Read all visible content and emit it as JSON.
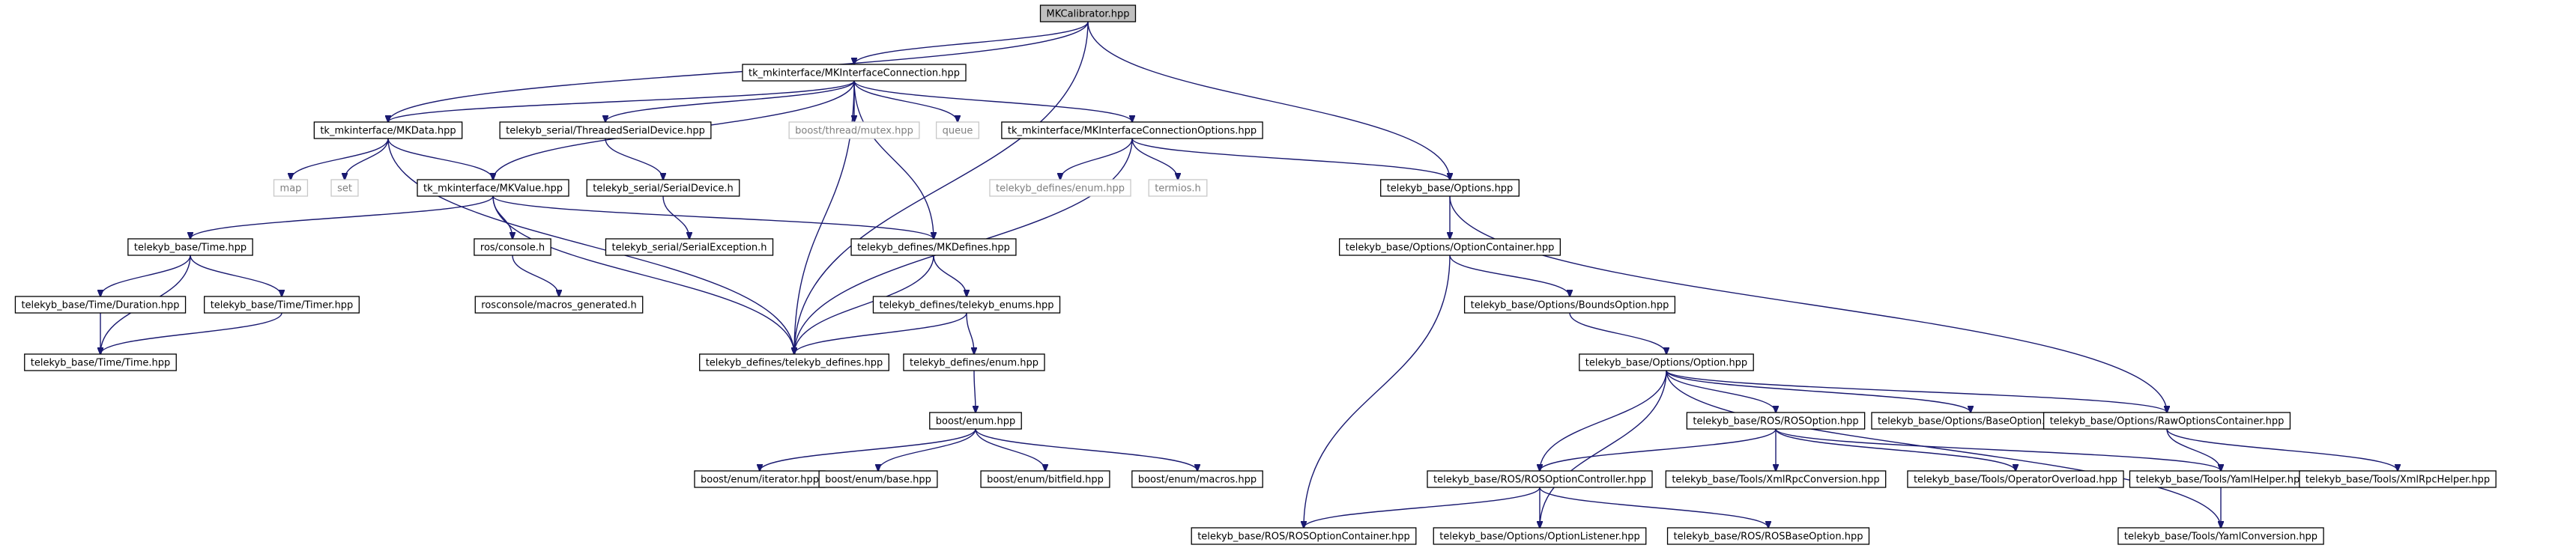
{
  "diagram": {
    "nodes": [
      {
        "id": "n0",
        "label": "MKCalibrator.hpp",
        "kind": "root"
      },
      {
        "id": "n1",
        "label": "tk_mkinterface/MKInterfaceConnection.hpp",
        "kind": "file"
      },
      {
        "id": "n2",
        "label": "tk_mkinterface/MKData.hpp",
        "kind": "file"
      },
      {
        "id": "n3",
        "label": "telekyb_serial/ThreadedSerialDevice.hpp",
        "kind": "file"
      },
      {
        "id": "n4",
        "label": "boost/thread/mutex.hpp",
        "kind": "sys"
      },
      {
        "id": "n5",
        "label": "queue",
        "kind": "sys"
      },
      {
        "id": "n6",
        "label": "tk_mkinterface/MKInterfaceConnectionOptions.hpp",
        "kind": "file"
      },
      {
        "id": "n7",
        "label": "map",
        "kind": "sys"
      },
      {
        "id": "n8",
        "label": "set",
        "kind": "sys"
      },
      {
        "id": "n9",
        "label": "tk_mkinterface/MKValue.hpp",
        "kind": "file"
      },
      {
        "id": "n10",
        "label": "telekyb_serial/SerialDevice.h",
        "kind": "file"
      },
      {
        "id": "n11",
        "label": "telekyb_defines/enum.hpp",
        "kind": "sys"
      },
      {
        "id": "n12",
        "label": "termios.h",
        "kind": "sys"
      },
      {
        "id": "n13",
        "label": "telekyb_base/Options.hpp",
        "kind": "file"
      },
      {
        "id": "n14",
        "label": "telekyb_base/Time.hpp",
        "kind": "file"
      },
      {
        "id": "n15",
        "label": "ros/console.h",
        "kind": "file"
      },
      {
        "id": "n16",
        "label": "telekyb_serial/SerialException.h",
        "kind": "file"
      },
      {
        "id": "n17",
        "label": "telekyb_defines/MKDefines.hpp",
        "kind": "file"
      },
      {
        "id": "n18",
        "label": "telekyb_base/Options/OptionContainer.hpp",
        "kind": "file"
      },
      {
        "id": "n19",
        "label": "telekyb_base/Time/Duration.hpp",
        "kind": "file"
      },
      {
        "id": "n20",
        "label": "telekyb_base/Time/Timer.hpp",
        "kind": "file"
      },
      {
        "id": "n21",
        "label": "rosconsole/macros_generated.h",
        "kind": "file"
      },
      {
        "id": "n22",
        "label": "telekyb_defines/telekyb_enums.hpp",
        "kind": "file"
      },
      {
        "id": "n23",
        "label": "telekyb_base/Options/BoundsOption.hpp",
        "kind": "file"
      },
      {
        "id": "n24",
        "label": "telekyb_base/Time/Time.hpp",
        "kind": "file"
      },
      {
        "id": "n25",
        "label": "telekyb_defines/telekyb_defines.hpp",
        "kind": "file"
      },
      {
        "id": "n26",
        "label": "telekyb_defines/enum.hpp",
        "kind": "file"
      },
      {
        "id": "n27",
        "label": "telekyb_base/Options/Option.hpp",
        "kind": "file"
      },
      {
        "id": "n28",
        "label": "boost/enum.hpp",
        "kind": "file"
      },
      {
        "id": "n29",
        "label": "telekyb_base/ROS/ROSOption.hpp",
        "kind": "file"
      },
      {
        "id": "n30",
        "label": "telekyb_base/Options/BaseOption.hpp",
        "kind": "file"
      },
      {
        "id": "n31",
        "label": "telekyb_base/Options/RawOptionsContainer.hpp",
        "kind": "file"
      },
      {
        "id": "n32",
        "label": "boost/enum/iterator.hpp",
        "kind": "file"
      },
      {
        "id": "n33",
        "label": "boost/enum/base.hpp",
        "kind": "file"
      },
      {
        "id": "n34",
        "label": "boost/enum/bitfield.hpp",
        "kind": "file"
      },
      {
        "id": "n35",
        "label": "boost/enum/macros.hpp",
        "kind": "file"
      },
      {
        "id": "n36",
        "label": "telekyb_base/ROS/ROSOptionController.hpp",
        "kind": "file"
      },
      {
        "id": "n37",
        "label": "telekyb_base/Tools/XmlRpcConversion.hpp",
        "kind": "file"
      },
      {
        "id": "n38",
        "label": "telekyb_base/Tools/OperatorOverload.hpp",
        "kind": "file"
      },
      {
        "id": "n39",
        "label": "telekyb_base/Tools/YamlHelper.hpp",
        "kind": "file"
      },
      {
        "id": "n40",
        "label": "telekyb_base/Tools/XmlRpcHelper.hpp",
        "kind": "file"
      },
      {
        "id": "n41",
        "label": "telekyb_base/ROS/ROSOptionContainer.hpp",
        "kind": "file"
      },
      {
        "id": "n42",
        "label": "telekyb_base/Options/OptionListener.hpp",
        "kind": "file"
      },
      {
        "id": "n43",
        "label": "telekyb_base/ROS/ROSBaseOption.hpp",
        "kind": "file"
      },
      {
        "id": "n44",
        "label": "telekyb_base/Tools/YamlConversion.hpp",
        "kind": "file"
      }
    ],
    "edges": [
      [
        "n0",
        "n1"
      ],
      [
        "n0",
        "n2"
      ],
      [
        "n0",
        "n13"
      ],
      [
        "n0",
        "n25"
      ],
      [
        "n1",
        "n2"
      ],
      [
        "n1",
        "n3"
      ],
      [
        "n1",
        "n4"
      ],
      [
        "n1",
        "n5"
      ],
      [
        "n1",
        "n6"
      ],
      [
        "n1",
        "n9"
      ],
      [
        "n1",
        "n17"
      ],
      [
        "n1",
        "n25"
      ],
      [
        "n2",
        "n7"
      ],
      [
        "n2",
        "n8"
      ],
      [
        "n2",
        "n9"
      ],
      [
        "n2",
        "n25"
      ],
      [
        "n3",
        "n10"
      ],
      [
        "n10",
        "n16"
      ],
      [
        "n6",
        "n11"
      ],
      [
        "n6",
        "n12"
      ],
      [
        "n6",
        "n13"
      ],
      [
        "n6",
        "n25"
      ],
      [
        "n9",
        "n14"
      ],
      [
        "n9",
        "n15"
      ],
      [
        "n9",
        "n17"
      ],
      [
        "n9",
        "n25"
      ],
      [
        "n13",
        "n18"
      ],
      [
        "n13",
        "n31"
      ],
      [
        "n14",
        "n19"
      ],
      [
        "n14",
        "n20"
      ],
      [
        "n14",
        "n24"
      ],
      [
        "n15",
        "n21"
      ],
      [
        "n17",
        "n22"
      ],
      [
        "n17",
        "n25"
      ],
      [
        "n18",
        "n23"
      ],
      [
        "n18",
        "n41"
      ],
      [
        "n19",
        "n24"
      ],
      [
        "n20",
        "n24"
      ],
      [
        "n22",
        "n25"
      ],
      [
        "n22",
        "n26"
      ],
      [
        "n23",
        "n27"
      ],
      [
        "n26",
        "n28"
      ],
      [
        "n27",
        "n29"
      ],
      [
        "n27",
        "n30"
      ],
      [
        "n27",
        "n31"
      ],
      [
        "n27",
        "n36"
      ],
      [
        "n27",
        "n42"
      ],
      [
        "n27",
        "n44"
      ],
      [
        "n28",
        "n32"
      ],
      [
        "n28",
        "n33"
      ],
      [
        "n28",
        "n34"
      ],
      [
        "n28",
        "n35"
      ],
      [
        "n29",
        "n36"
      ],
      [
        "n29",
        "n37"
      ],
      [
        "n29",
        "n38"
      ],
      [
        "n29",
        "n39"
      ],
      [
        "n31",
        "n39"
      ],
      [
        "n31",
        "n40"
      ],
      [
        "n36",
        "n41"
      ],
      [
        "n36",
        "n42"
      ],
      [
        "n36",
        "n43"
      ],
      [
        "n39",
        "n44"
      ]
    ]
  }
}
